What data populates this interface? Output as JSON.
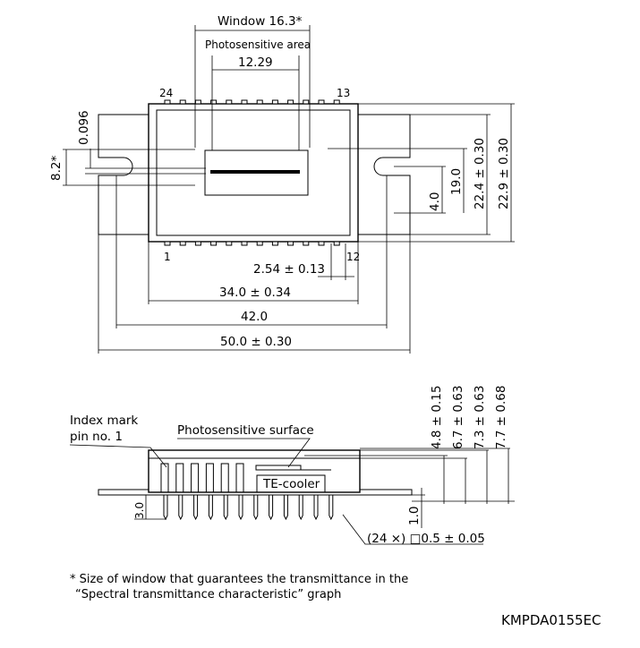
{
  "top_view": {
    "window": "Window 16.3*",
    "photosensitive_area": "Photosensitive area",
    "area_width": "12.29",
    "pin_24": "24",
    "pin_13": "13",
    "pin_1": "1",
    "pin_12": "12",
    "dim_0096": "0.096",
    "dim_82": "8.2*",
    "dim_190": "19.0",
    "dim_40": "4.0",
    "dim_224": "22.4 ± 0.30",
    "dim_229": "22.9 ± 0.30",
    "dim_254": "2.54 ± 0.13",
    "dim_340": "34.0 ± 0.34",
    "dim_420": "42.0",
    "dim_500": "50.0 ± 0.30"
  },
  "side_view": {
    "index_mark": "Index mark",
    "pin_no_1": "pin no. 1",
    "photosensitive_surface": "Photosensitive surface",
    "te_cooler": "TE-cooler",
    "dim_48": "4.8 ± 0.15",
    "dim_67": "6.7 ± 0.63",
    "dim_73": "7.3 ± 0.63",
    "dim_77": "7.7 ± 0.68",
    "dim_30": "3.0",
    "dim_10": "1.0",
    "pin_size": "(24 ×) □0.5 ± 0.05"
  },
  "footnote": {
    "line1": "* Size of window that guarantees the transmittance in the",
    "line2": "“Spectral transmittance characteristic” graph"
  },
  "drawing_code": "KMPDA0155EC"
}
